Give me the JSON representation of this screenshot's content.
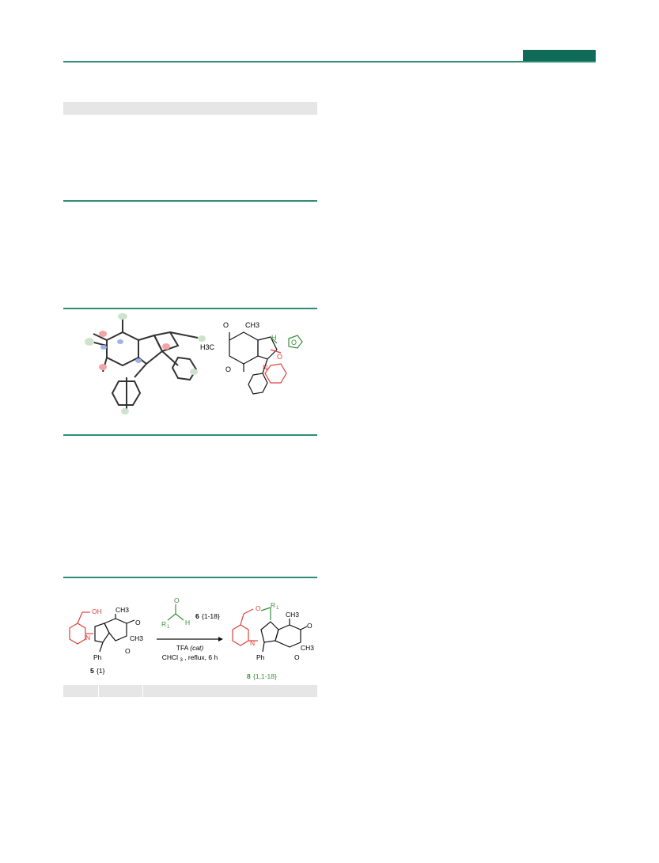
{
  "figure_1": {
    "structure": {
      "methyl_top": "CH3",
      "methyl_left": "H3C",
      "heteroatom_n": "N",
      "heteroatom_o": "O",
      "hydrogen": "H"
    }
  },
  "scheme_1": {
    "reactant": {
      "hydroxyl": "OH",
      "methyl": "CH3",
      "n": "N",
      "o": "O",
      "phenyl": "Ph",
      "label_number": "5",
      "label_set": "{1}"
    },
    "reagent": {
      "r_group": "R",
      "r_subscript": "1",
      "o": "O",
      "h": "H",
      "label_number": "6",
      "label_set": "{1-18}"
    },
    "conditions": {
      "catalyst_prefix": "TFA",
      "catalyst_suffix": "(cat)",
      "solvent_prefix": "CHCl",
      "solvent_subscript": "3",
      "solvent_suffix": ", reflux, 6 h"
    },
    "product": {
      "r_group": "R",
      "r_subscript": "1",
      "methyl": "CH3",
      "n": "N",
      "o": "O",
      "phenyl": "Ph",
      "label_number": "8",
      "label_set": "{1,1-18}"
    }
  },
  "colors": {
    "accent": "#0f6b57",
    "rule": "#2f8c74",
    "red_fragment": "#e0413c",
    "green_fragment": "#3a8f3a"
  }
}
